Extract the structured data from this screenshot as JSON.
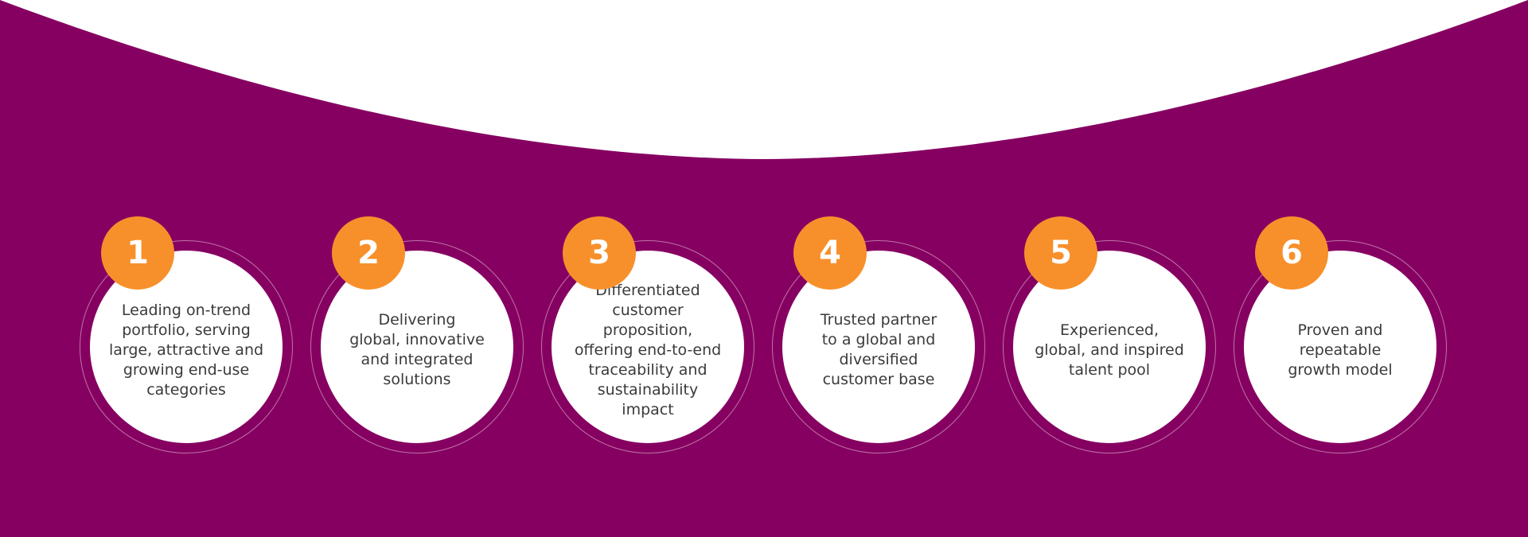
{
  "colors": {
    "background": "#860061",
    "top_shape": "#ffffff",
    "badge": "#f7902b",
    "circle": "#ffffff",
    "text": "#3a3a3a"
  },
  "items": [
    {
      "number": "1",
      "label": "Leading on-trend\nportfolio, serving\nlarge, attractive and\ngrowing end-use\ncategories"
    },
    {
      "number": "2",
      "label": "Delivering\nglobal, innovative\nand integrated\nsolutions"
    },
    {
      "number": "3",
      "label": "Differentiated\ncustomer proposition,\noffering end-to-end\ntraceability and\nsustainability\nimpact"
    },
    {
      "number": "4",
      "label": "Trusted partner\nto a global and\ndiversified\ncustomer base"
    },
    {
      "number": "5",
      "label": "Experienced,\nglobal, and inspired\ntalent pool"
    },
    {
      "number": "6",
      "label": "Proven and\nrepeatable\ngrowth model"
    }
  ]
}
